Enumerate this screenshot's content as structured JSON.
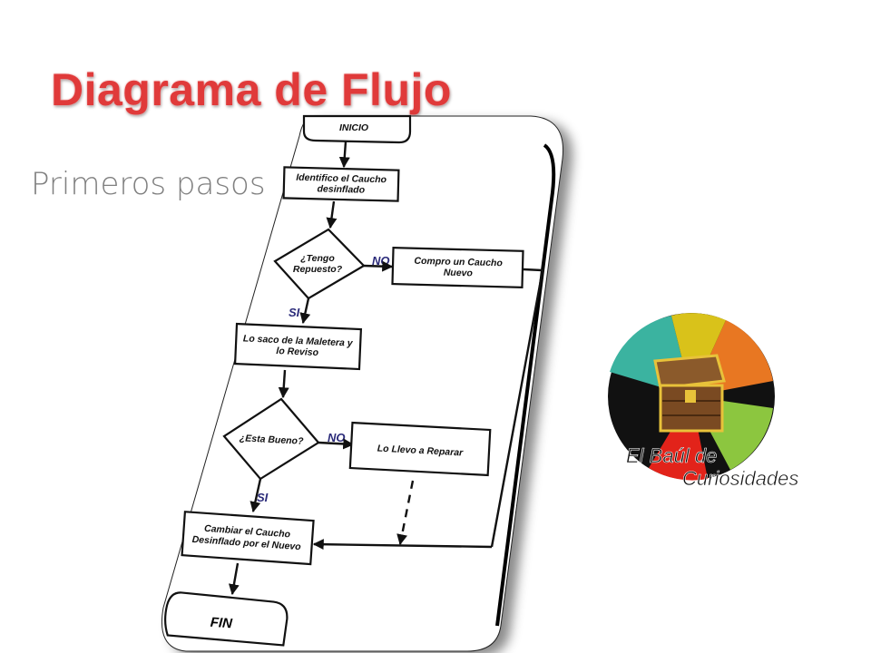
{
  "slide": {
    "title": "Diagrama de Flujo",
    "subtitle": "Primeros pasos"
  },
  "flowchart": {
    "start": "INICIO",
    "step1": [
      "Identifico el Caucho",
      "desinflado"
    ],
    "decision1": [
      "¿Tengo",
      "Repuesto?"
    ],
    "decision1_no": "NO",
    "decision1_yes": "SI",
    "step_buy": [
      "Compro un Caucho",
      "Nuevo"
    ],
    "step2": [
      "Lo saco de la Maletera y",
      "lo Reviso"
    ],
    "decision2": "¿Esta Bueno?",
    "decision2_no": "NO",
    "decision2_yes": "SI",
    "step_repair": "Lo Llevo a Reparar",
    "step3": [
      "Cambiar el Caucho",
      "Desinflado por el Nuevo"
    ],
    "end": "FIN"
  },
  "logo": {
    "text": "El Baúl de Curiosidades",
    "line1": "El Baúl de",
    "line2": "Curiosidades",
    "colors": [
      "#3bb3a0",
      "#e87722",
      "#8cc63f",
      "#e2231a",
      "#111111",
      "#d9c21a"
    ]
  }
}
